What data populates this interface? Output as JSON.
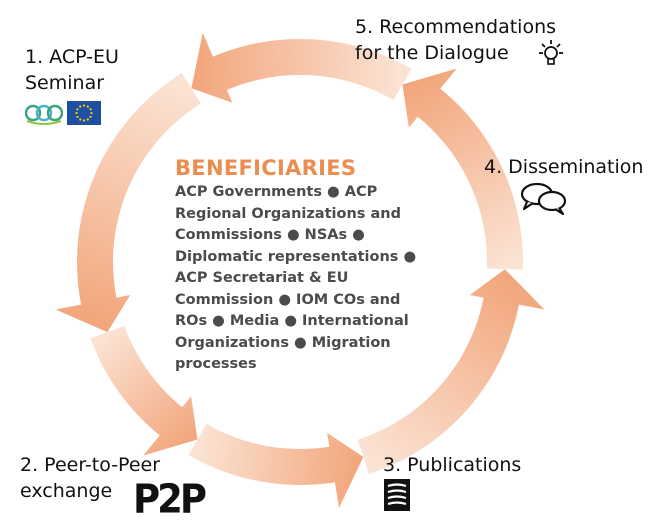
{
  "center": {
    "title": "BENEFICIARIES",
    "body": "ACP Governments ● ACP Regional Organizations and Commissions ● NSAs ● Diplomatic representations ● ACP Secretariat & EU Commission ● IOM COs and ROs ● Media ● International Organizations ● Migration processes"
  },
  "steps": [
    {
      "line1": "1. ACP-EU",
      "line2": "Seminar",
      "icons": [
        "acp-logo-icon",
        "eu-flag-icon"
      ]
    },
    {
      "line1": "2. Peer-to-Peer",
      "line2": "exchange",
      "badge": "P2P"
    },
    {
      "line1": "3. Publications",
      "icons": [
        "document-stack-icon"
      ]
    },
    {
      "line1": "4. Dissemination",
      "icons": [
        "speech-bubbles-icon"
      ]
    },
    {
      "line1": "5. Recommendations",
      "line2": "for the Dialogue",
      "icons": [
        "lightbulb-icon"
      ]
    }
  ],
  "colors": {
    "arrow_dark": "#f2a57a",
    "arrow_light": "#fbe3d4",
    "title_orange": "#ec8d50",
    "body_gray": "#4b4b4b"
  }
}
